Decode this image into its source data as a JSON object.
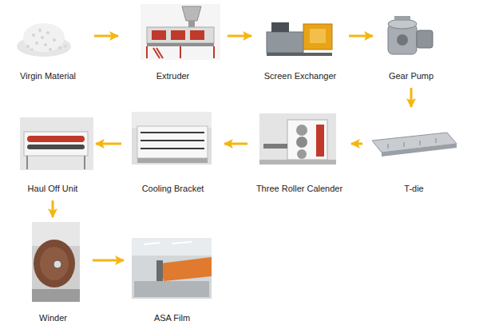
{
  "diagram": {
    "nodes": [
      {
        "text": [
          "Virgin Material"
        ]
      },
      {
        "text": [
          "Extruder"
        ]
      },
      {
        "text": [
          "Screen Exchanger"
        ]
      },
      {
        "text": [
          "Gear Pump"
        ]
      },
      {
        "text": [
          "T-die"
        ]
      },
      {
        "text": [
          "Three Roller Calender"
        ]
      },
      {
        "text": [
          "Cooling Bracket"
        ]
      },
      {
        "text": [
          "Haul Off Unit"
        ]
      },
      {
        "text": [
          "Winder"
        ]
      },
      {
        "text": [
          "ASA Film"
        ]
      }
    ],
    "edges": [
      {
        "from": 0,
        "to": 1,
        "arrow": "to"
      },
      {
        "from": 1,
        "to": 2,
        "arrow": "to"
      },
      {
        "from": 2,
        "to": 3,
        "arrow": "to"
      },
      {
        "from": 3,
        "to": 4,
        "arrow": "to"
      },
      {
        "from": 4,
        "to": 5,
        "arrow": "to"
      },
      {
        "from": 5,
        "to": 6,
        "arrow": "to"
      },
      {
        "from": 6,
        "to": 7,
        "arrow": "to"
      },
      {
        "from": 7,
        "to": 8,
        "arrow": "to"
      },
      {
        "from": 8,
        "to": 9,
        "arrow": "to"
      }
    ]
  }
}
